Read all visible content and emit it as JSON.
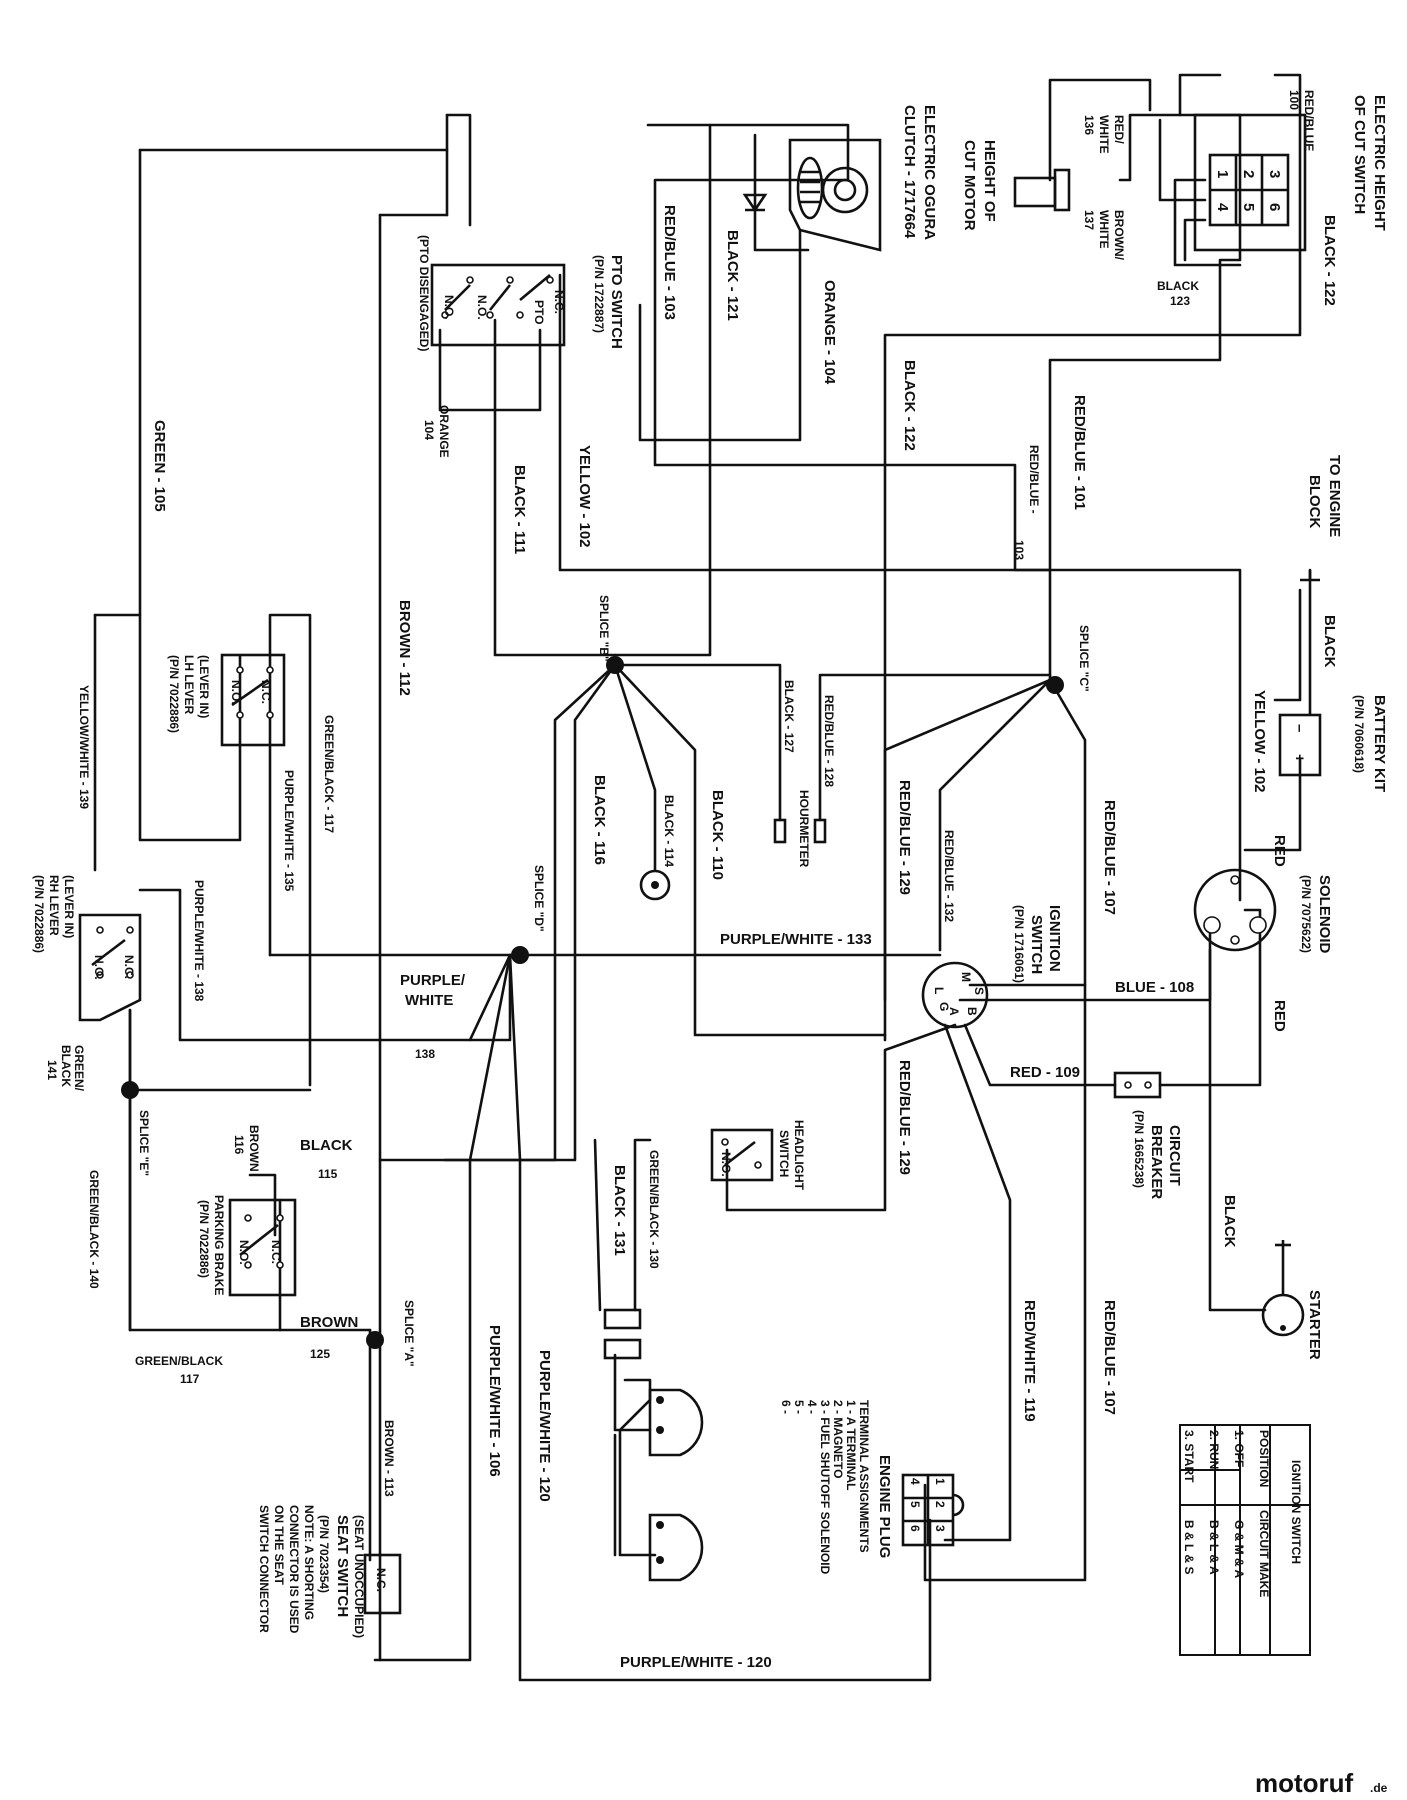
{
  "wires": {
    "red_blue_100": "RED/BLUE",
    "red_blue_100_num": "100",
    "black_122": "BLACK - 122",
    "black_122_b": "BLACK - 122",
    "red_white_136": "RED/",
    "red_white_136_b": "WHITE",
    "red_white_136_num": "136",
    "brown_white_137": "BROWN/",
    "brown_white_137_b": "WHITE",
    "brown_white_137_num": "137",
    "black_123": "BLACK",
    "black_123_num": "123",
    "orange_104": "ORANGE - 104",
    "black_121": "BLACK - 121",
    "red_blue_103": "RED/BLUE - 103",
    "red_blue_103_b": "RED/BLUE -",
    "red_blue_103_b_num": "103",
    "red_blue_101": "RED/BLUE - 101",
    "orange_104_b": "ORANGE",
    "orange_104_b_num": "104",
    "yellow_102": "YELLOW - 102",
    "yellow_102_b": "YELLOW - 102",
    "black_111": "BLACK - 111",
    "green_105": "GREEN - 105",
    "brown_112": "BROWN - 112",
    "black_127": "BLACK - 127",
    "red_blue_128": "RED/BLUE - 128",
    "black_114": "BLACK - 114",
    "black_110": "BLACK - 110",
    "black_116": "BLACK - 116",
    "red_blue_129": "RED/BLUE - 129",
    "red_blue_132": "RED/BLUE - 132",
    "red_blue_107": "RED/BLUE - 107",
    "red_blue_107_b": "RED/BLUE - 107",
    "purple_white_133": "PURPLE/WHITE - 133",
    "blue_108": "BLUE - 108",
    "red_109": "RED - 109",
    "red_a": "RED",
    "red_b": "RED",
    "black_batt": "BLACK",
    "black_starter": "BLACK",
    "green_black_117": "GREEN/BLACK - 117",
    "purple_white_135": "PURPLE/WHITE - 135",
    "yellow_white_139": "YELLOW/WHITE - 139",
    "purple_white_138": "PURPLE/WHITE - 138",
    "purple_white_138_b": "PURPLE/",
    "purple_white_138_b2": "WHITE",
    "purple_white_138_num": "138",
    "green_black_141": "GREEN/",
    "green_black_141_b": "BLACK",
    "green_black_141_num": "141",
    "green_black_140": "GREEN/BLACK - 140",
    "green_black_117_b": "GREEN/BLACK",
    "green_black_117_b_num": "117",
    "brown_116": "BROWN",
    "brown_116_num": "116",
    "black_115": "BLACK",
    "black_115_num": "115",
    "brown_125": "BROWN",
    "brown_125_num": "125",
    "brown_113": "BROWN - 113",
    "purple_white_106": "PURPLE/WHITE - 106",
    "purple_white_120": "PURPLE/WHITE - 120",
    "purple_white_120_b": "PURPLE/WHITE - 120",
    "black_131": "BLACK - 131",
    "green_black_130": "GREEN/BLACK - 130",
    "red_blue_129_b": "RED/BLUE - 129",
    "red_white_119": "RED/WHITE - 119"
  },
  "components": {
    "height_cut_switch": [
      "ELECTRIC HEIGHT",
      "OF CUT SWITCH"
    ],
    "height_cut_motor": [
      "HEIGHT OF",
      "CUT MOTOR"
    ],
    "ogura_clutch": [
      "ELECTRIC OGURA",
      "CLUTCH - 1717664"
    ],
    "pto_switch": [
      "PTO SWITCH",
      "(P/N 1722887)",
      "(PTO DISENGAGED)"
    ],
    "pto_contacts": {
      "nc": "N.C.",
      "no1": "N.O.",
      "no2": "N.O.",
      "pto": "PTO"
    },
    "engine_block": [
      "TO ENGINE",
      "BLOCK"
    ],
    "battery_kit": [
      "BATTERY KIT",
      "(P/N 7060618)"
    ],
    "solenoid": [
      "SOLENOID",
      "(P/N 7075622)"
    ],
    "ignition_switch": [
      "IGNITION",
      "SWITCH",
      "(P/N 1716061)"
    ],
    "ignition_terminals": {
      "m": "M",
      "s": "S",
      "b": "B",
      "a": "A",
      "g": "G",
      "l": "L"
    },
    "circuit_breaker": [
      "CIRCUIT",
      "BREAKER",
      "(P/N 1665238)"
    ],
    "starter": "STARTER",
    "lh_lever": [
      "(LEVER IN)",
      "LH LEVER",
      "(P/N 7022886)"
    ],
    "rh_lever": [
      "(LEVER IN)",
      "RH LEVER",
      "(P/N 7022886)"
    ],
    "parking_brake": [
      "PARKING BRAKE",
      "(P/N 7022886)"
    ],
    "headlight_switch": [
      "HEADLIGHT",
      "SWITCH"
    ],
    "hourmeter": "HOURMETER",
    "seat_switch": [
      "(SEAT UNOCCUPIED)",
      "SEAT SWITCH",
      "(P/N 7023354)",
      "NOTE: A SHORTING",
      "CONNECTOR IS USED",
      "ON THE SEAT",
      "SWITCH CONNECTOR"
    ],
    "engine_plug": "ENGINE PLUG",
    "terminal_assignments": [
      "TERMINAL ASSIGNMENTS",
      "1 - A TERMINAL",
      "2 - MAGNETO",
      "3 - FUEL SHUTOFF SOLENOID",
      "4 -",
      "5 -",
      "6 -"
    ],
    "switch_contacts": {
      "no": "N.O.",
      "nc": "N.C."
    },
    "seat_nc": "N.C.",
    "headlight_no": "N.O.",
    "cut_switch_pins": [
      "1",
      "2",
      "3",
      "4",
      "5",
      "6"
    ],
    "engine_plug_pins": [
      "4",
      "1",
      "5",
      "2",
      "6",
      "3"
    ]
  },
  "splices": {
    "a": "SPLICE \"A\"",
    "b": "SPLICE \"B\"",
    "c": "SPLICE \"C\"",
    "d": "SPLICE \"D\"",
    "e": "SPLICE \"E\""
  },
  "ignition_table": {
    "title": "IGNITION SWITCH",
    "headers": [
      "POSITION",
      "CIRCUIT MAKE"
    ],
    "rows": [
      [
        "1. OFF",
        "G & M & A"
      ],
      [
        "2. RUN",
        "B & L & A"
      ],
      [
        "3. START",
        "B & L & S"
      ]
    ]
  },
  "watermark": {
    "brand": "motoruf",
    "tld": ".de"
  }
}
